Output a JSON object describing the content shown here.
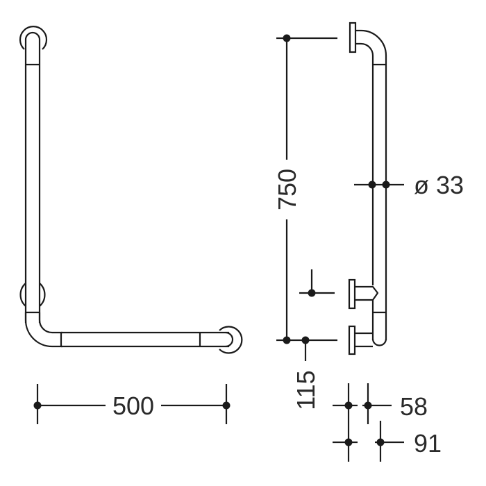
{
  "drawing": {
    "subject": "L-shaped grab bar technical drawing",
    "views": [
      {
        "name": "front-view",
        "label": ""
      },
      {
        "name": "side-view",
        "label": ""
      }
    ],
    "colors": {
      "line": "#1a1a1a",
      "text": "#2a2a2a",
      "background": "#ffffff"
    }
  },
  "dimensions": {
    "width": {
      "value": "500",
      "orientation": "horizontal"
    },
    "height": {
      "value": "750",
      "orientation": "vertical"
    },
    "offset": {
      "value": "115",
      "orientation": "vertical"
    },
    "diameter": {
      "value": "ø 33",
      "orientation": "horizontal"
    },
    "projection_1": {
      "value": "58",
      "orientation": "horizontal"
    },
    "projection_2": {
      "value": "91",
      "orientation": "horizontal"
    }
  }
}
